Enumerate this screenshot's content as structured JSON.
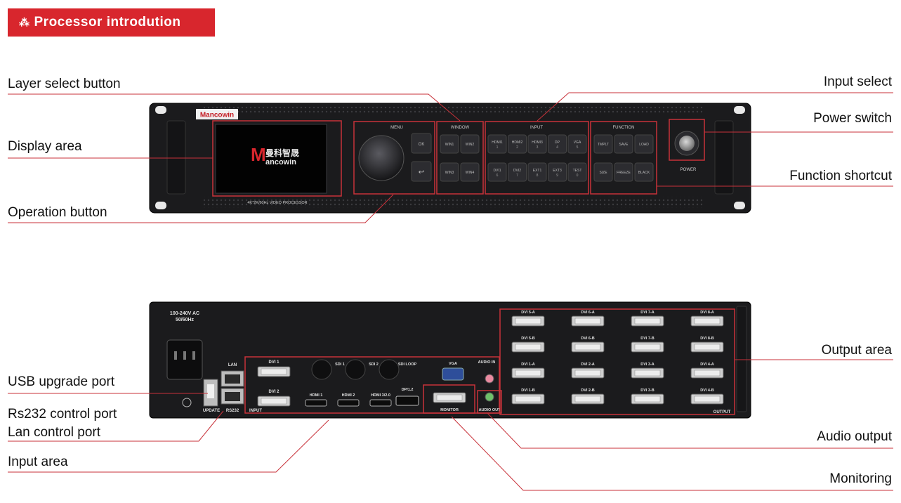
{
  "header": {
    "icon": "asterisk-icon",
    "title": "Processor introdution"
  },
  "front_labels": {
    "layer_select": "Layer select button",
    "display_area": "Display area",
    "operation_button": "Operation button",
    "input_select": "Input select",
    "power_switch": "Power switch",
    "function_shortcut": "Function shortcut"
  },
  "rear_labels": {
    "usb_upgrade": "USB upgrade port",
    "rs232": "Rs232 control port",
    "lan": "Lan control port",
    "input_area": "Input area",
    "output_area": "Output area",
    "audio_output": "Audio output",
    "monitoring": "Monitoring"
  },
  "front_panel": {
    "logo": "Mancowin",
    "screen_logo_cn": "曼科智晟",
    "screen_logo_en": "ancowin",
    "model_text": "4K*2K/60Hz VIDEO PROCESSOR",
    "menu": {
      "title": "MENU",
      "ok": "OK"
    },
    "window": {
      "title": "WINDOW",
      "buttons": [
        "WIN1",
        "WIN2",
        "WIN3",
        "WIN4"
      ]
    },
    "input": {
      "title": "INPUT",
      "buttons": [
        {
          "label": "HDMI1",
          "num": "1"
        },
        {
          "label": "HDMI2",
          "num": "2"
        },
        {
          "label": "HDMI3",
          "num": "3"
        },
        {
          "label": "DP",
          "num": "4"
        },
        {
          "label": "VGA",
          "num": "5"
        },
        {
          "label": "DVI1",
          "num": "6"
        },
        {
          "label": "DVI2",
          "num": "7"
        },
        {
          "label": "EXT1",
          "num": "8"
        },
        {
          "label": "EXT3",
          "num": "9"
        },
        {
          "label": "TEST",
          "num": "0"
        }
      ]
    },
    "function": {
      "title": "FUNCTION",
      "buttons": [
        "TMPLT",
        "SAVE",
        "LOAD",
        "SIZE",
        "FREEZE",
        "BLACK"
      ]
    },
    "power": "POWER"
  },
  "rear_panel": {
    "power_rating": [
      "100-240V AC",
      "50/60Hz"
    ],
    "lan": "LAN",
    "update": "UPDATE",
    "rs232": "RS232",
    "input_label": "INPUT",
    "dvi_inputs": [
      "DVI 1",
      "DVI 2"
    ],
    "sdi": [
      "SDI 1",
      "SDI 2",
      "SDI LOOP"
    ],
    "hdmi": [
      "HDMI 1",
      "HDMI 2",
      "HDMI 3/2.0"
    ],
    "dp": "DP/1.2",
    "vga": "VGA",
    "audio_in": "AUDIO IN",
    "audio_out": "AUDIO OUT",
    "monitor": "MONITOR",
    "output_label": "OUTPUT",
    "outputs": [
      [
        "DVI 5-A",
        "DVI 6-A",
        "DVI 7-A",
        "DVI 8-A"
      ],
      [
        "DVI 5-B",
        "DVI 6-B",
        "DVI 7-B",
        "DVI 8-B"
      ],
      [
        "DVI 1-A",
        "DVI 2-A",
        "DVI 3-A",
        "DVI 4-A"
      ],
      [
        "DVI 1-B",
        "DVI 2-B",
        "DVI 3-B",
        "DVI 4-B"
      ]
    ]
  },
  "colors": {
    "accent": "#d8262d",
    "device": "#1b1b1d",
    "callout": "#c8323a"
  }
}
